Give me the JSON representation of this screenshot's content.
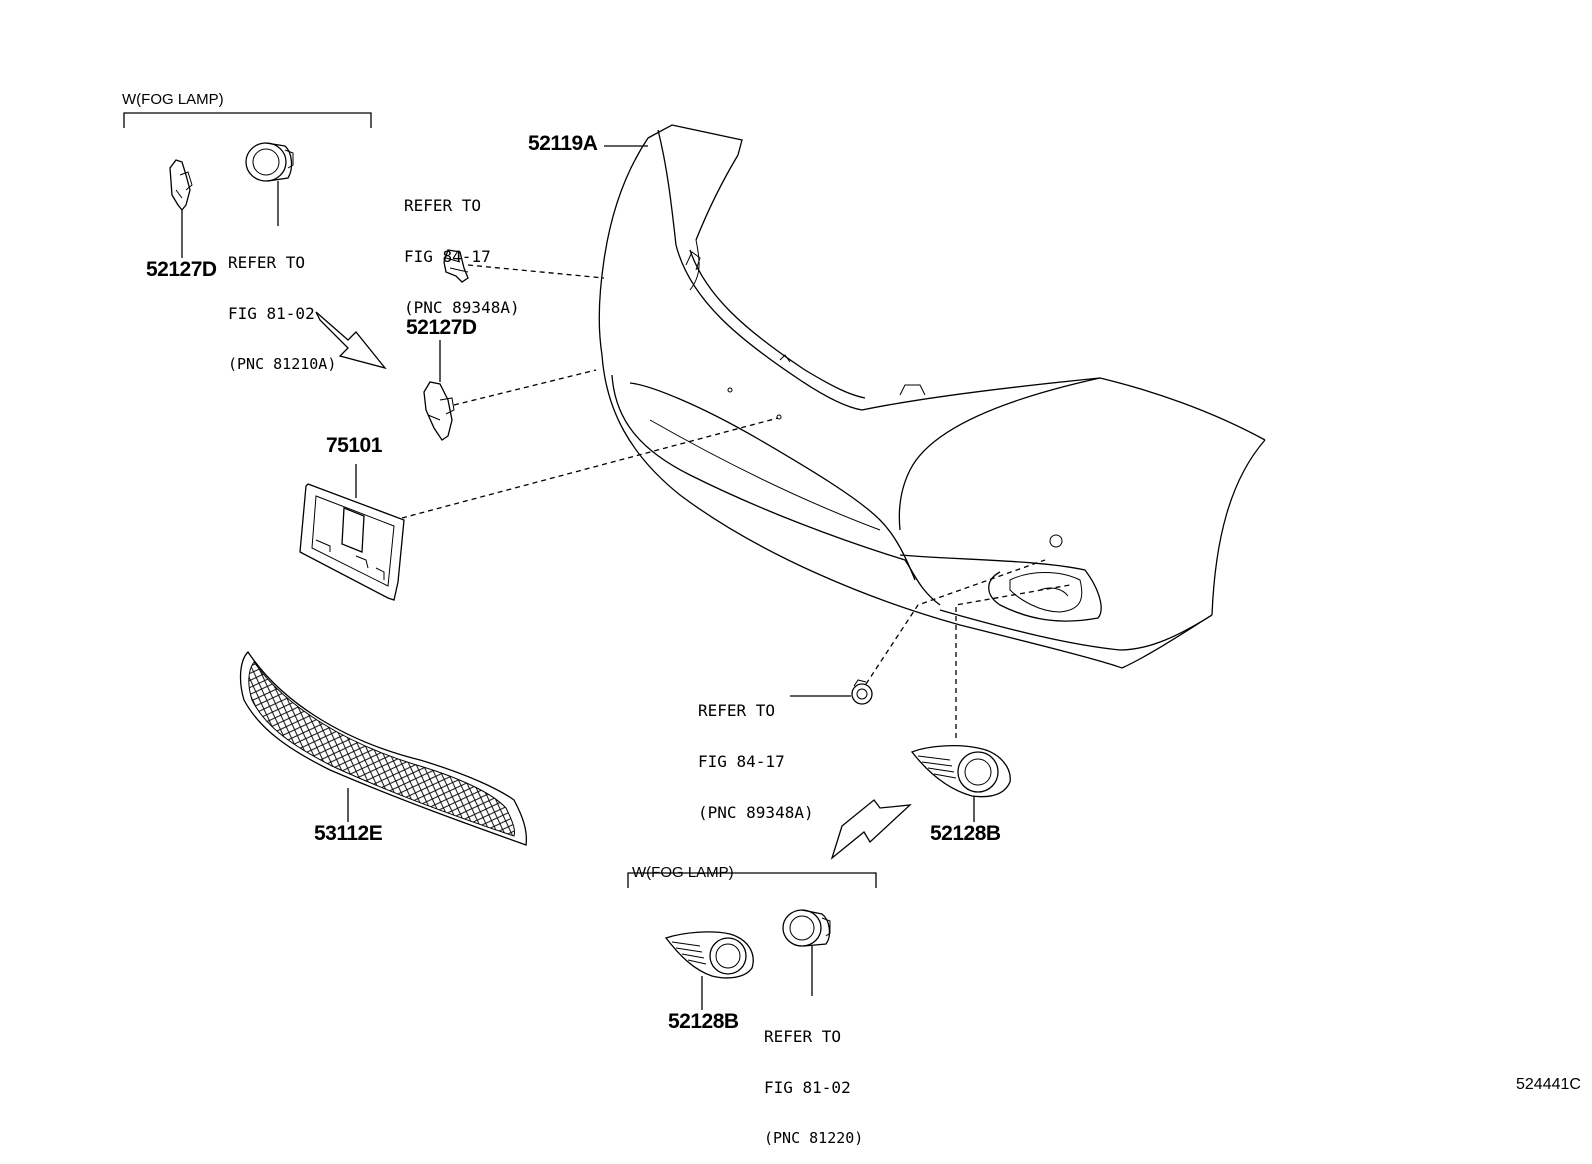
{
  "groups": {
    "top_left": "W(FOG LAMP)",
    "bottom": "W(FOG LAMP)"
  },
  "parts": {
    "bumper_cover": "52119A",
    "retainer_fog_area": "52127D",
    "retainer_side": "52127D",
    "license_bracket": "75101",
    "grille": "53112E",
    "fog_cover_main": "52128B",
    "fog_cover_option": "52128B"
  },
  "references": {
    "fog_lamp_top": {
      "line1": "REFER TO",
      "line2": "FIG 81-02",
      "line3": "(PNC 81210A)"
    },
    "clip_top": {
      "line1": "REFER TO",
      "line2": "FIG 84-17",
      "line3": "(PNC 89348A)"
    },
    "clip_bottom": {
      "line1": "REFER TO",
      "line2": "FIG 84-17",
      "line3": "(PNC 89348A)"
    },
    "fog_lamp_bottom": {
      "line1": "REFER TO",
      "line2": "FIG 81-02",
      "line3": "(PNC 81220)"
    }
  },
  "figure_number": "524441C"
}
